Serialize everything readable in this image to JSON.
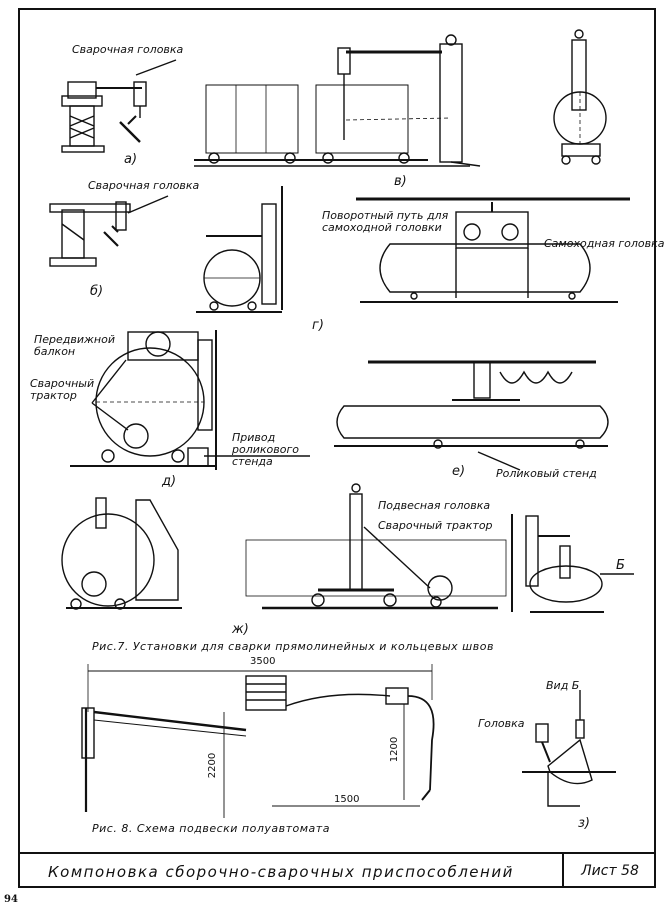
{
  "labels": {
    "welding_head_a": "Сварочная головка",
    "welding_head_b": "Сварочная головка",
    "rotary_track": "Поворотный путь для самоходной головки",
    "selfpropelled_head": "Самоходная головка",
    "movable_balcony": "Передвижной балкон",
    "welding_tractor_d": "Сварочный трактор",
    "roller_drive": "Привод роликового стенда",
    "roller_stand": "Роликовый стенд",
    "suspended_head": "Подвесная головка",
    "welding_tractor_zh": "Сварочный трактор",
    "view_b_arrow": "Б",
    "view_b": "Вид Б",
    "head_z": "Головка"
  },
  "letters": {
    "a": "а)",
    "b": "б)",
    "v": "в)",
    "g": "г)",
    "d": "д)",
    "e": "е)",
    "zh": "ж)",
    "z": "з)"
  },
  "captions": {
    "fig7": "Рис.7. Установки для сварки прямолинейных и кольцевых швов",
    "fig8": "Рис. 8. Схема подвески полуавтомата"
  },
  "dimensions": {
    "span": "3500",
    "height_left": "2200",
    "height_right": "1200",
    "reach": "1500"
  },
  "title_block": {
    "title": "Компоновка сборочно-сварочных приспособлений",
    "sheet": "Лист 58"
  },
  "page_number": "94"
}
